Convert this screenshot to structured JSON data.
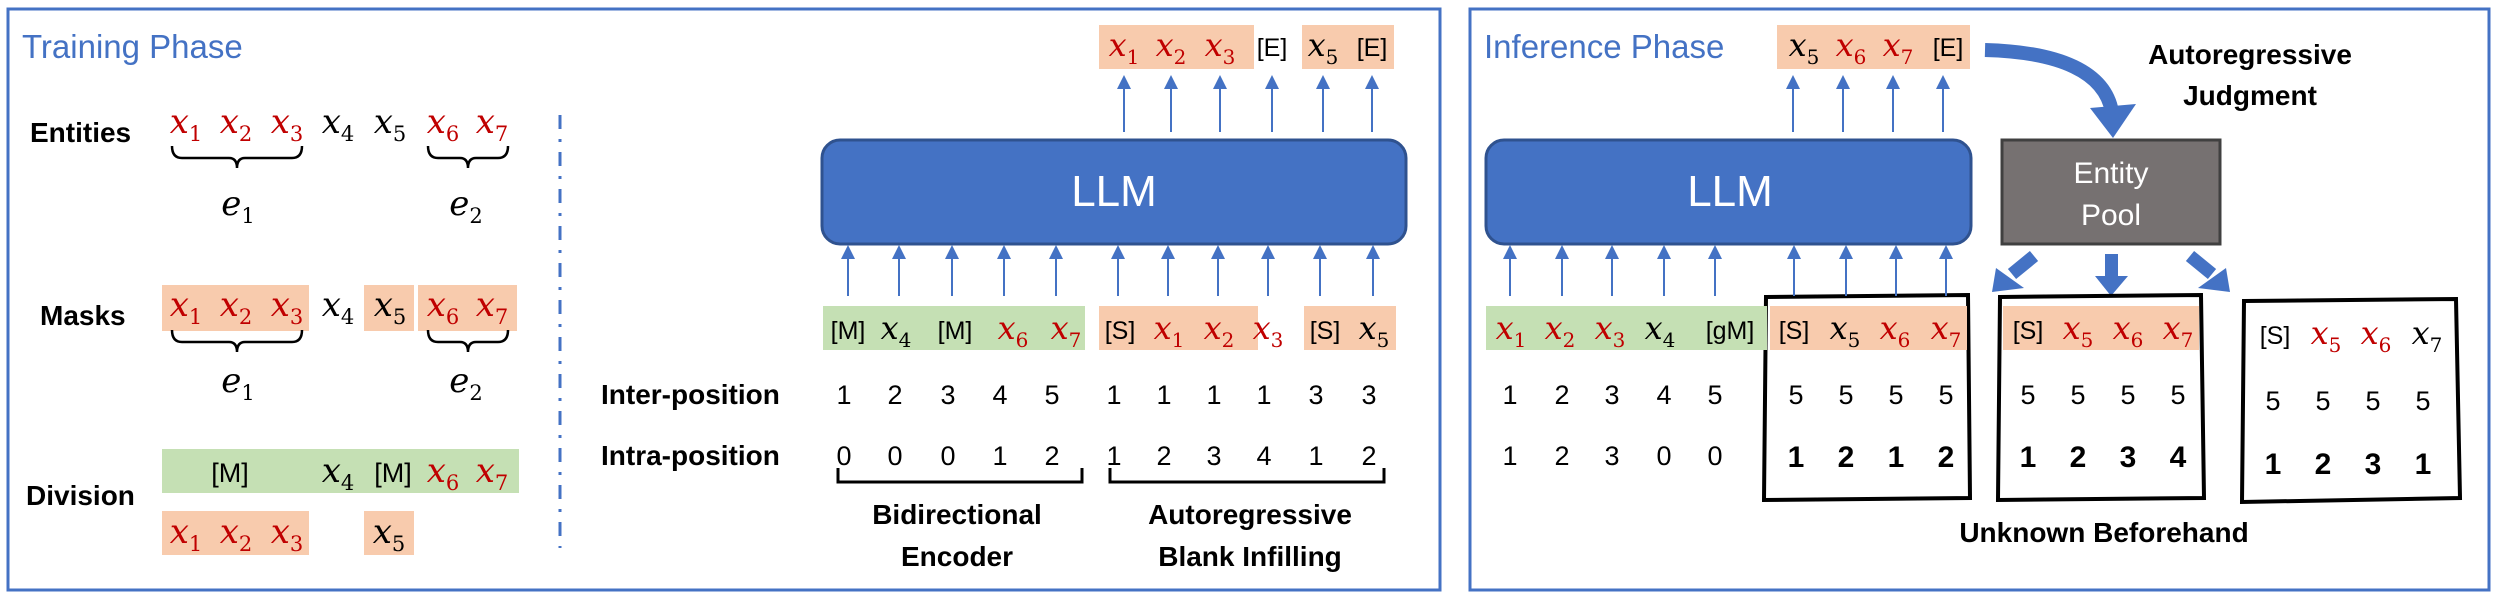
{
  "training": {
    "title": "Training Phase",
    "row_labels": {
      "entities": "Entities",
      "masks": "Masks",
      "division": "Division"
    },
    "entities_tokens": [
      {
        "b": "x",
        "s": "1",
        "c": "red"
      },
      {
        "b": "x",
        "s": "2",
        "c": "red"
      },
      {
        "b": "x",
        "s": "3",
        "c": "red"
      },
      {
        "b": "x",
        "s": "4",
        "c": "black"
      },
      {
        "b": "x",
        "s": "5",
        "c": "black"
      },
      {
        "b": "x",
        "s": "6",
        "c": "red"
      },
      {
        "b": "x",
        "s": "7",
        "c": "red"
      }
    ],
    "entity_labels": [
      {
        "b": "e",
        "s": "1"
      },
      {
        "b": "e",
        "s": "2"
      }
    ],
    "division_top": [
      {
        "t": "[M]"
      },
      {
        "b": "x",
        "s": "4",
        "c": "black"
      },
      {
        "t": "[M]"
      },
      {
        "b": "x",
        "s": "6",
        "c": "red"
      },
      {
        "b": "x",
        "s": "7",
        "c": "red"
      }
    ],
    "division_bottom": [
      {
        "b": "x",
        "s": "1",
        "c": "red"
      },
      {
        "b": "x",
        "s": "2",
        "c": "red"
      },
      {
        "b": "x",
        "s": "3",
        "c": "red"
      },
      {
        "b": "x",
        "s": "5",
        "c": "black"
      }
    ],
    "llm_label": "LLM",
    "output_tokens": [
      {
        "b": "x",
        "s": "1",
        "c": "red"
      },
      {
        "b": "x",
        "s": "2",
        "c": "red"
      },
      {
        "b": "x",
        "s": "3",
        "c": "red"
      },
      {
        "t": "[E]"
      },
      {
        "b": "x",
        "s": "5",
        "c": "black"
      },
      {
        "t": "[E]"
      }
    ],
    "input_tokens": [
      {
        "t": "[M]"
      },
      {
        "b": "x",
        "s": "4",
        "c": "black"
      },
      {
        "t": "[M]"
      },
      {
        "b": "x",
        "s": "6",
        "c": "red"
      },
      {
        "b": "x",
        "s": "7",
        "c": "red"
      },
      {
        "t": "[S]"
      },
      {
        "b": "x",
        "s": "1",
        "c": "red"
      },
      {
        "b": "x",
        "s": "2",
        "c": "red"
      },
      {
        "b": "x",
        "s": "3",
        "c": "red"
      },
      {
        "t": "[S]"
      },
      {
        "b": "x",
        "s": "5",
        "c": "black"
      }
    ],
    "inter_label": "Inter-position",
    "intra_label": "Intra-position",
    "inter_position": [
      "1",
      "2",
      "3",
      "4",
      "5",
      "1",
      "1",
      "1",
      "1",
      "3",
      "3"
    ],
    "intra_position": [
      "0",
      "0",
      "0",
      "1",
      "2",
      "1",
      "2",
      "3",
      "4",
      "1",
      "2"
    ],
    "encoder_label": [
      "Bidirectional",
      "Encoder"
    ],
    "infilling_label": [
      "Autoregressive",
      "Blank Infilling"
    ]
  },
  "inference": {
    "title": "Inference Phase",
    "llm_label": "LLM",
    "output_tokens": [
      {
        "b": "x",
        "s": "5",
        "c": "black"
      },
      {
        "b": "x",
        "s": "6",
        "c": "red"
      },
      {
        "b": "x",
        "s": "7",
        "c": "red"
      },
      {
        "t": "[E]"
      }
    ],
    "judgment_label": [
      "Autoregressive",
      "Judgment"
    ],
    "pool_label": [
      "Entity",
      "Pool"
    ],
    "input_tokens": [
      {
        "b": "x",
        "s": "1",
        "c": "red"
      },
      {
        "b": "x",
        "s": "2",
        "c": "red"
      },
      {
        "b": "x",
        "s": "3",
        "c": "red"
      },
      {
        "b": "x",
        "s": "4",
        "c": "black"
      },
      {
        "t": "[gM]"
      }
    ],
    "inter_position": [
      "1",
      "2",
      "3",
      "4",
      "5"
    ],
    "intra_position": [
      "1",
      "2",
      "3",
      "0",
      "0"
    ],
    "candidates": [
      {
        "tokens": [
          {
            "t": "[S]"
          },
          {
            "b": "x",
            "s": "5",
            "c": "black"
          },
          {
            "b": "x",
            "s": "6",
            "c": "red"
          },
          {
            "b": "x",
            "s": "7",
            "c": "red"
          }
        ],
        "inter": [
          "5",
          "5",
          "5",
          "5"
        ],
        "intra": [
          "1",
          "2",
          "1",
          "2"
        ]
      },
      {
        "tokens": [
          {
            "t": "[S]"
          },
          {
            "b": "x",
            "s": "5",
            "c": "red"
          },
          {
            "b": "x",
            "s": "6",
            "c": "red"
          },
          {
            "b": "x",
            "s": "7",
            "c": "red"
          }
        ],
        "inter": [
          "5",
          "5",
          "5",
          "5"
        ],
        "intra": [
          "1",
          "2",
          "3",
          "4"
        ]
      },
      {
        "tokens": [
          {
            "t": "[S]"
          },
          {
            "b": "x",
            "s": "5",
            "c": "red"
          },
          {
            "b": "x",
            "s": "6",
            "c": "red"
          },
          {
            "b": "x",
            "s": "7",
            "c": "black"
          }
        ],
        "inter": [
          "5",
          "5",
          "5",
          "5"
        ],
        "intra": [
          "1",
          "2",
          "3",
          "1"
        ]
      }
    ],
    "unknown_label": "Unknown Beforehand"
  },
  "colors": {
    "frame": "#4472C4",
    "title": "#4472C4",
    "llm_fill": "#4472C4",
    "llm_stroke": "#2F528F",
    "pool_fill": "#767171",
    "pink": "#F8CBAD",
    "green": "#C5E0B4",
    "red_token": "#C00000",
    "dashed": "#4472C4"
  }
}
